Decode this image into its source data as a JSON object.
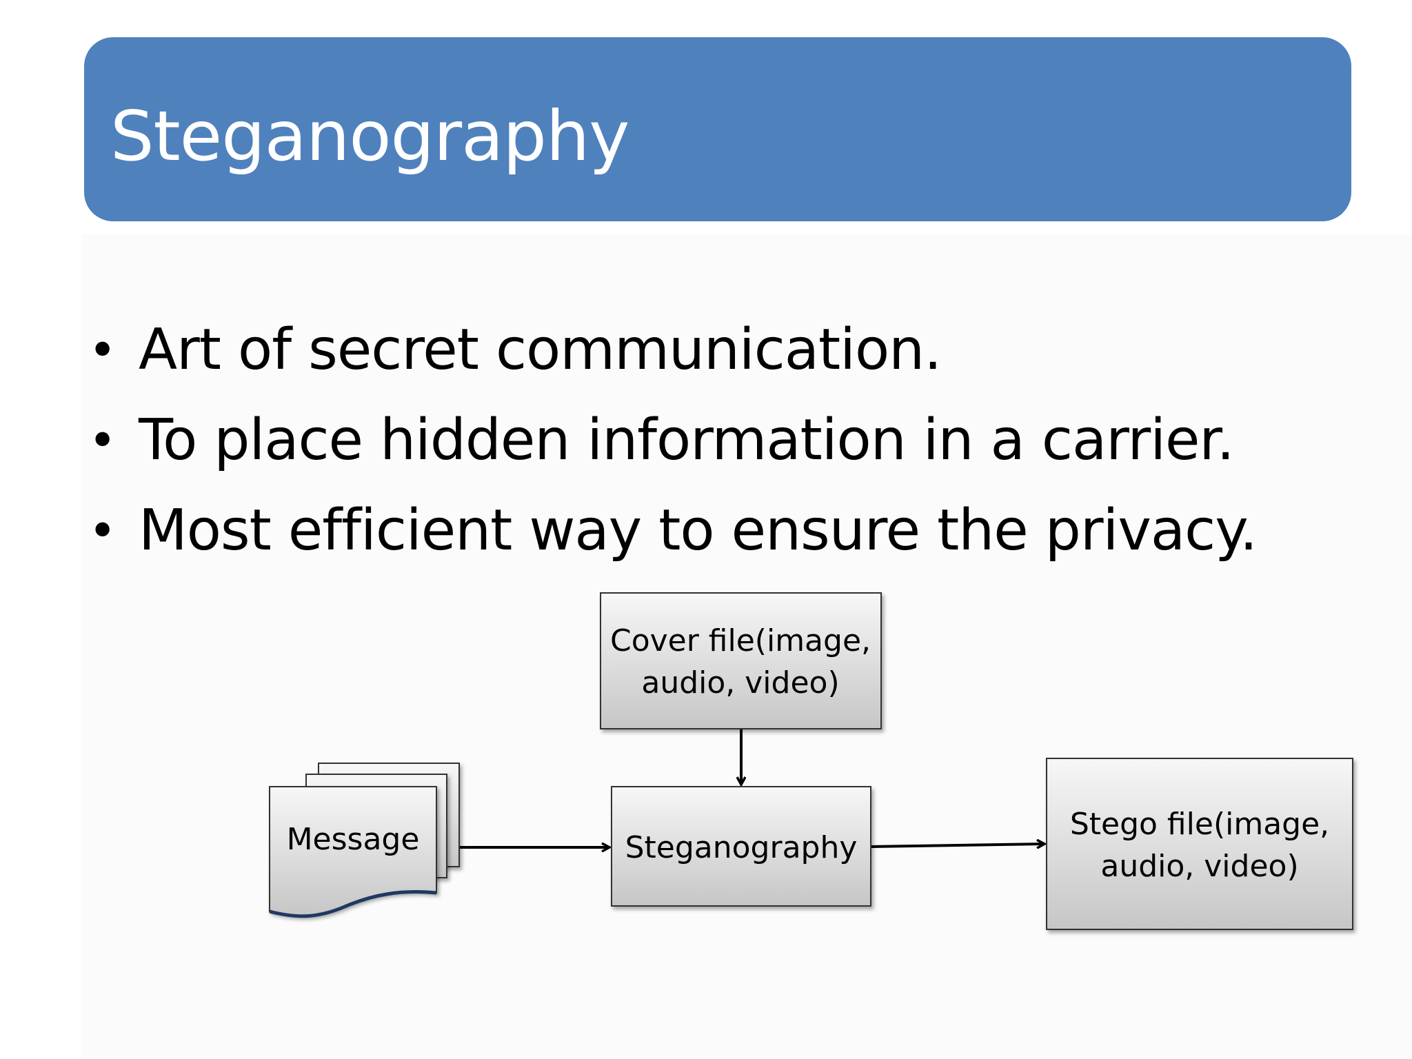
{
  "slide": {
    "title": "Steganography",
    "bullets": [
      "Art of secret communication.",
      "To place hidden information in a carrier.",
      "Most efficient way to ensure the privacy."
    ]
  },
  "diagram": {
    "nodes": {
      "message": {
        "label": "Message"
      },
      "cover_file": {
        "label_lines": [
          "Cover file(image,",
          "audio, video)"
        ]
      },
      "steganography": {
        "label": "Steganography"
      },
      "stego_file": {
        "label_lines": [
          "Stego file(image,",
          "audio, video)"
        ]
      }
    },
    "edges": [
      {
        "from": "message",
        "to": "steganography"
      },
      {
        "from": "cover_file",
        "to": "steganography"
      },
      {
        "from": "steganography",
        "to": "stego_file"
      }
    ]
  },
  "colors": {
    "title_bar": "#4f81bd",
    "title_text": "#ffffff",
    "box_gradient_top": "#f7f7f7",
    "box_gradient_bottom": "#c6c6c6",
    "message_wave_edge": "#1f3864"
  }
}
